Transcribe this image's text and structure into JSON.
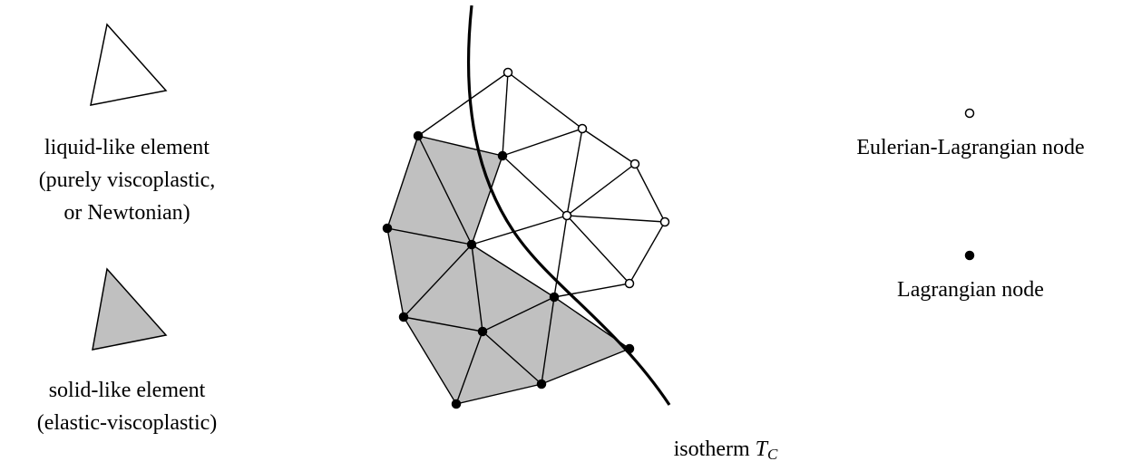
{
  "colors": {
    "solid_fill": "#c0c0c0",
    "liquid_fill": "#ffffff",
    "stroke": "#000000"
  },
  "legend": {
    "liquid_element": {
      "lines": [
        "liquid-like element",
        "(purely viscoplastic,",
        "or Newtonian)"
      ]
    },
    "solid_element": {
      "lines": [
        "solid-like element",
        "(elastic-viscoplastic)"
      ]
    },
    "eulerian_node": {
      "label": "Eulerian-Lagrangian node"
    },
    "lagrangian_node": {
      "label": "Lagrangian node"
    }
  },
  "isotherm": {
    "prefix": "isotherm",
    "symbol": "T",
    "subscript": "C"
  }
}
